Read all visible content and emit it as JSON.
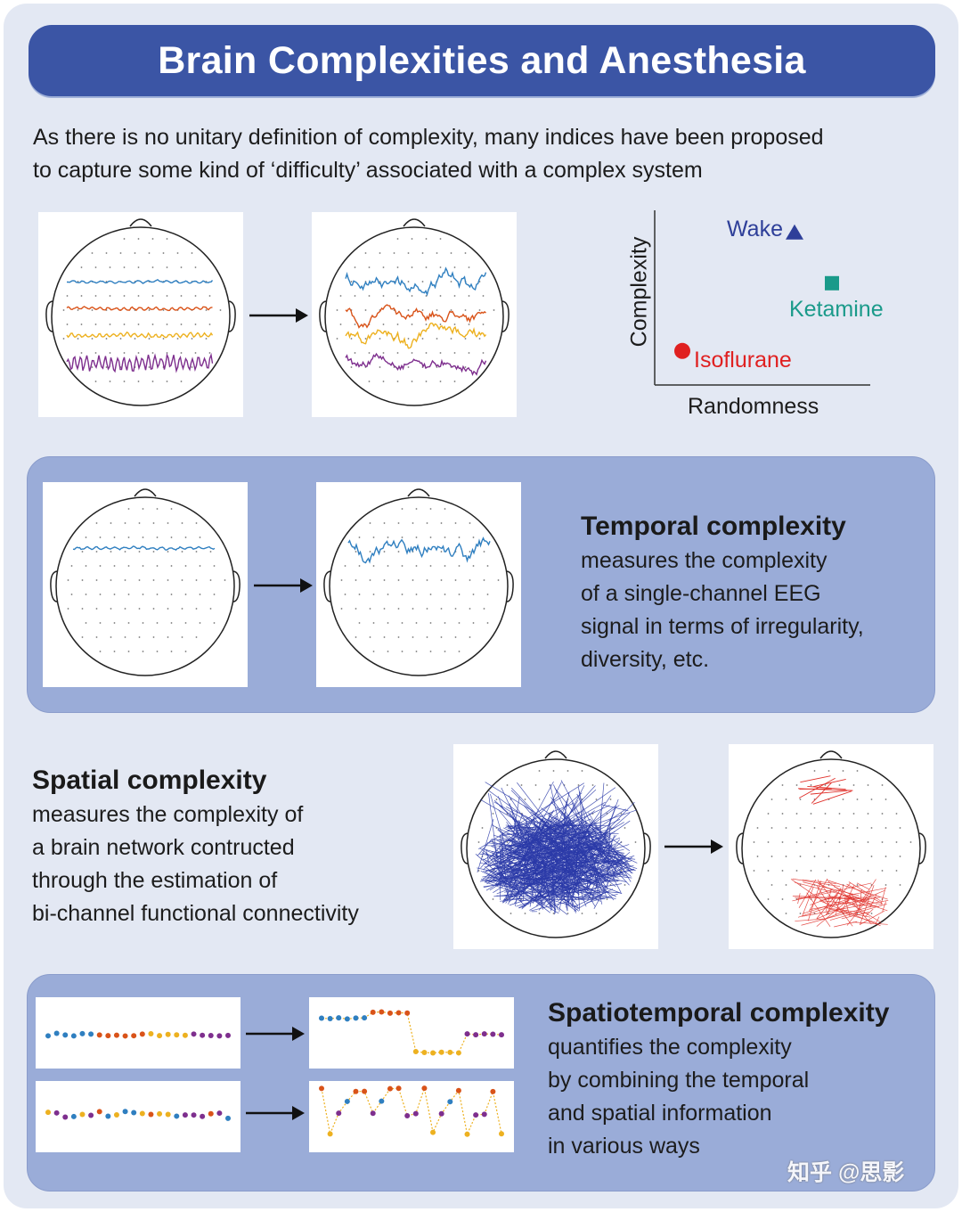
{
  "title": "Brain Complexities and Anesthesia",
  "intro": {
    "line1": "As there is no unitary definition of complexity, many indices have been proposed",
    "line2": "to capture some kind of ‘difficulty’ associated with a complex system"
  },
  "scatter": {
    "xlabel": "Randomness",
    "ylabel": "Complexity",
    "points": [
      {
        "label": "Wake",
        "marker": "triangle",
        "color": "#2e3f99",
        "randomness": 0.7,
        "complexity": 0.88
      },
      {
        "label": "Ketamine",
        "marker": "square",
        "color": "#1a9a8a",
        "randomness": 0.9,
        "complexity": 0.58
      },
      {
        "label": "Isoflurane",
        "marker": "circle",
        "color": "#e02020",
        "randomness": 0.1,
        "complexity": 0.18
      }
    ]
  },
  "temporal": {
    "heading": "Temporal complexity",
    "lines": [
      "measures the complexity",
      "of a single-channel EEG",
      "signal in terms of irregularity,",
      "diversity, etc."
    ]
  },
  "spatial": {
    "heading": "Spatial complexity",
    "lines": [
      "measures the complexity of",
      "a brain network contructed",
      "through the estimation of",
      "bi-channel functional connectivity"
    ]
  },
  "spatiotemporal": {
    "heading": "Spatiotemporal complexity",
    "lines": [
      "quantifies the complexity",
      "by combining the temporal",
      "and spatial information",
      "in various ways"
    ]
  },
  "colors": {
    "blue": "#2f7fc0",
    "orange": "#d95319",
    "yellow": "#edb120",
    "purple": "#7e2f8e",
    "network_blue": "#2b3aa8",
    "network_red": "#e0302a"
  },
  "watermark": "知乎 @思影"
}
